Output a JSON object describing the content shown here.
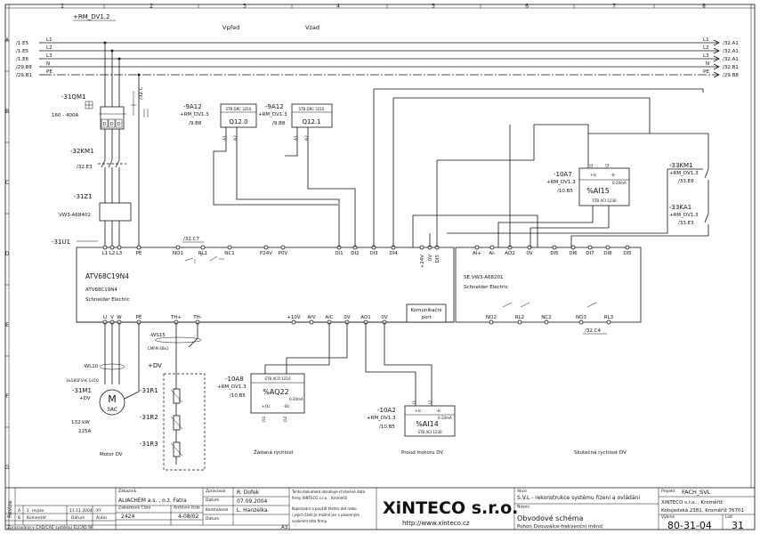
{
  "grid": {
    "cols": [
      "1",
      "2",
      "3",
      "4",
      "5",
      "6",
      "7",
      "8"
    ],
    "rows": [
      "A",
      "B",
      "C",
      "D",
      "E",
      "F",
      "G"
    ]
  },
  "header": {
    "rm_ref": "+RM_DV1.2",
    "forward": "Vpřed",
    "reverse": "Vzad"
  },
  "bus": {
    "left": [
      {
        "ref": "/1.E5",
        "name": "L1"
      },
      {
        "ref": "/1.E5",
        "name": "L2"
      },
      {
        "ref": "/1.E6",
        "name": "L3"
      },
      {
        "ref": "/29.B8",
        "name": "N"
      },
      {
        "ref": "/29.B1",
        "name": "PE"
      }
    ],
    "right": [
      {
        "ref": "/32.A1",
        "name": "L1"
      },
      {
        "ref": "/32.A1",
        "name": "L2"
      },
      {
        "ref": "/32.A1",
        "name": "L3"
      },
      {
        "ref": "/32.B1",
        "name": "N"
      },
      {
        "ref": "/29.B8",
        "name": "PE"
      }
    ]
  },
  "components": {
    "qm1": {
      "tag": "-31QM1",
      "range": "160 - 400A",
      "contact": "/32.C"
    },
    "km1": {
      "tag": "-32KM1",
      "ref": "/32.E3"
    },
    "z1": {
      "tag": "-31Z1",
      "type": "VW3-A68402"
    },
    "u1": {
      "tag": "-31U1"
    },
    "a12a": {
      "tag": "-9A12",
      "loc": "+RM_DV1.3",
      "ref": "/9.B8",
      "head": "STB DRC 3210",
      "addr": "Q12.0",
      "p1": "A1",
      "p2": "A2"
    },
    "a12b": {
      "tag": "-9A12",
      "loc": "+RM_DV1.3",
      "ref": "/9.B8",
      "head": "STB DRC 3210",
      "addr": "Q12.1",
      "p1": "A1",
      "p2": "A2"
    },
    "a7": {
      "tag": "-10A7",
      "loc": "+RM_DV1.3",
      "ref": "/10.B5",
      "head": "STB ACI 1230",
      "val": "%AI15",
      "p1": "+Ic",
      "p2": "-Ic",
      "range": "0-20mA",
      "pin1": "I1",
      "pin2": "I2"
    },
    "km1r": {
      "tag": "-33KM1",
      "loc": "+RM_DV1.3",
      "ref": "/33.E8"
    },
    "ka1": {
      "tag": "-33KA1",
      "loc": "+RM_DV1.3",
      "ref": "/33.E3"
    },
    "drive": {
      "model": "ATV68C19N4",
      "model2": "ATV68C19N4",
      "maker": "Schneider Electric"
    },
    "card": {
      "model": "SE.VW3-A68201",
      "maker": "Schneider Electric"
    },
    "comm": {
      "label1": "Komunikační",
      "label2": "port"
    },
    "relay_ref": "/32.C7",
    "relay_ref2": "/32.C4",
    "a8": {
      "tag": "-10A8",
      "loc": "+RM_DV1.3",
      "ref": "/10.B5",
      "head": "STB ACO 1210",
      "val": "%AQ22",
      "p1": "+Oc",
      "p2": "-Oc",
      "range": "0-20mA",
      "pin1": "O1",
      "pin2": "O2"
    },
    "a2": {
      "tag": "-10A2",
      "loc": "+RM_DV1.3",
      "ref": "/10.B5",
      "head": "STB ACI 1230",
      "val": "%AI14",
      "p1": "+Ic",
      "p2": "-Ic",
      "range": "0-20mA",
      "pin1": "I1",
      "pin2": "I2"
    },
    "ws15": {
      "tag": "-WS15",
      "cable": "CMFM 4Bx1"
    },
    "wl10": {
      "tag": "-WL10",
      "cable": "3x185FV-K 1x50"
    },
    "motor": {
      "tag": "-31M1",
      "loc": "+DV",
      "symbol": "M",
      "phase": "3AC",
      "power": "132 kW",
      "current": "225A",
      "caption": "Motor DV"
    },
    "dv_loc": "+DV",
    "r1": "-31R1",
    "r2": "-31R2",
    "r3": "-31R3"
  },
  "drive_top_terminals": [
    "L1",
    "L2",
    "L3",
    "PE",
    "NO1",
    "RL1",
    "NC1",
    "P24V",
    "P0V",
    "DI1",
    "DI2",
    "DI3",
    "DI4",
    "+24V",
    "0V",
    "DI5"
  ],
  "card_top_terminals": [
    "AI+",
    "AI-",
    "AO2",
    "0V",
    "DI5",
    "DI6",
    "DI7",
    "DI8",
    "DI5"
  ],
  "drive_bottom_terminals": [
    "U",
    "V",
    "W",
    "PE",
    "TH+",
    "TH-",
    "+10V",
    "AIV",
    "AIC",
    "0V",
    "AO1",
    "0V"
  ],
  "card_bottom_terminals": [
    "NO2",
    "RL2",
    "NC2",
    "NO3",
    "RL3"
  ],
  "captions": {
    "requested_speed": "Žádaná rychlost",
    "motor_current": "Proud motoru DV",
    "actual_speed": "Skutečná rychlost DV"
  },
  "titleblock": {
    "revize": "Revize",
    "rev_rows": [
      {
        "n": "A",
        "desc": "1. revize",
        "date": "11.11.2004",
        "who": "XY"
      },
      {
        "n": "B",
        "desc": "Komentář",
        "date": "Datum",
        "who": "Autor"
      }
    ],
    "made_with": "Zpracováno v CAD/CAE systému ELCAD 98",
    "customer_label": "Zákazník",
    "customer": "ALIACHEM a.s. , o.z. Fatra",
    "order_label": "Zakázkové Číslo",
    "order": "2424",
    "archive_label": "Archivní číslo",
    "archive": "4-08/02",
    "prepared_label": "Zpracoval",
    "prepared": "R. Dofek",
    "date_label": "Datum",
    "date": "07.09.2004",
    "checked_label": "Kontroloval",
    "checked": "L. Hanzelka",
    "date2_label": "Datum",
    "copyright1": "Tento dokument obsahuje chráněné data",
    "copyright2": "firmy XINTECO s.r.o. , Kroměříž",
    "copyright3": "Kopírování a použití těchto dat nebo",
    "copyright4": "i jejich částí je možné jen s písemným",
    "copyright5": "svolením této firmy.",
    "logo": "XiNTECO s.r.o.",
    "url": "http://www.xinteco.cz",
    "format": "A3",
    "action_label": "Akce",
    "action": "S.V.L - rekonstrukce systému řízení a ovládání",
    "name_label": "Název",
    "name": "Obvodové schéma",
    "subname": "Pohon Dvouválce-frekvenční měnič",
    "project_label": "Projekt",
    "project": "FACH_SVL",
    "company": "XiNTECO s.r.o. , Kroměříž",
    "address": "Kotojedská 2381, Kroměříž 76701",
    "drawing_label": "Výkres",
    "drawing": "80-31-04",
    "sheet_label": "List",
    "sheet": "31"
  }
}
